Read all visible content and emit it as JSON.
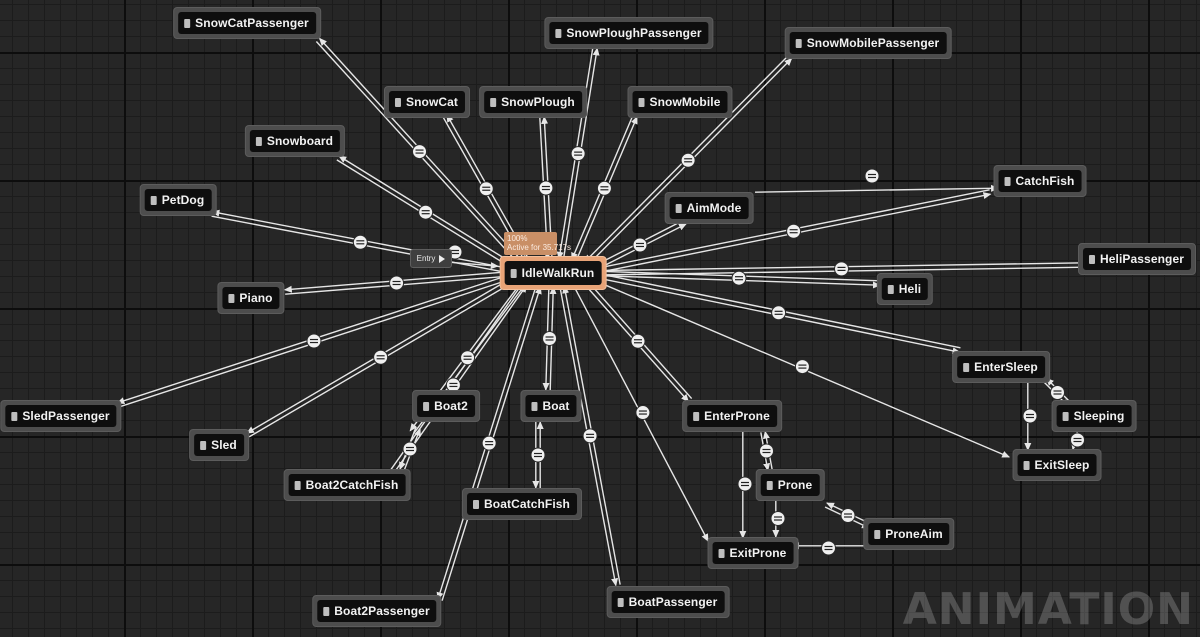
{
  "graph": {
    "entry_label": "Entry",
    "active_state": {
      "percent": "100%",
      "active_time": "Active for 35.717s"
    },
    "states": {
      "idle": "IdleWalkRun",
      "snowcat_passenger": "SnowCatPassenger",
      "snowplough_passenger": "SnowPloughPassenger",
      "snowmobile_passenger": "SnowMobilePassenger",
      "snowcat": "SnowCat",
      "snowplough": "SnowPlough",
      "snowmobile": "SnowMobile",
      "snowboard": "Snowboard",
      "petdog": "PetDog",
      "aimmode": "AimMode",
      "catchfish": "CatchFish",
      "helipassenger": "HeliPassenger",
      "heli": "Heli",
      "piano": "Piano",
      "enter_sleep": "EnterSleep",
      "sleeping": "Sleeping",
      "exit_sleep": "ExitSleep",
      "sled_passenger": "SledPassenger",
      "sled": "Sled",
      "boat2": "Boat2",
      "boat": "Boat",
      "enter_prone": "EnterProne",
      "prone": "Prone",
      "prone_aim": "ProneAim",
      "exit_prone": "ExitProne",
      "boat2_catchfish": "Boat2CatchFish",
      "boat_catchfish": "BoatCatchFish",
      "boat2_passenger": "Boat2Passenger",
      "boat_passenger": "BoatPassenger"
    },
    "colors": {
      "active_border": "#e8a377",
      "wire": "#e6e6e6",
      "grid_background": "#262626"
    }
  },
  "watermark": "ANIMATION"
}
